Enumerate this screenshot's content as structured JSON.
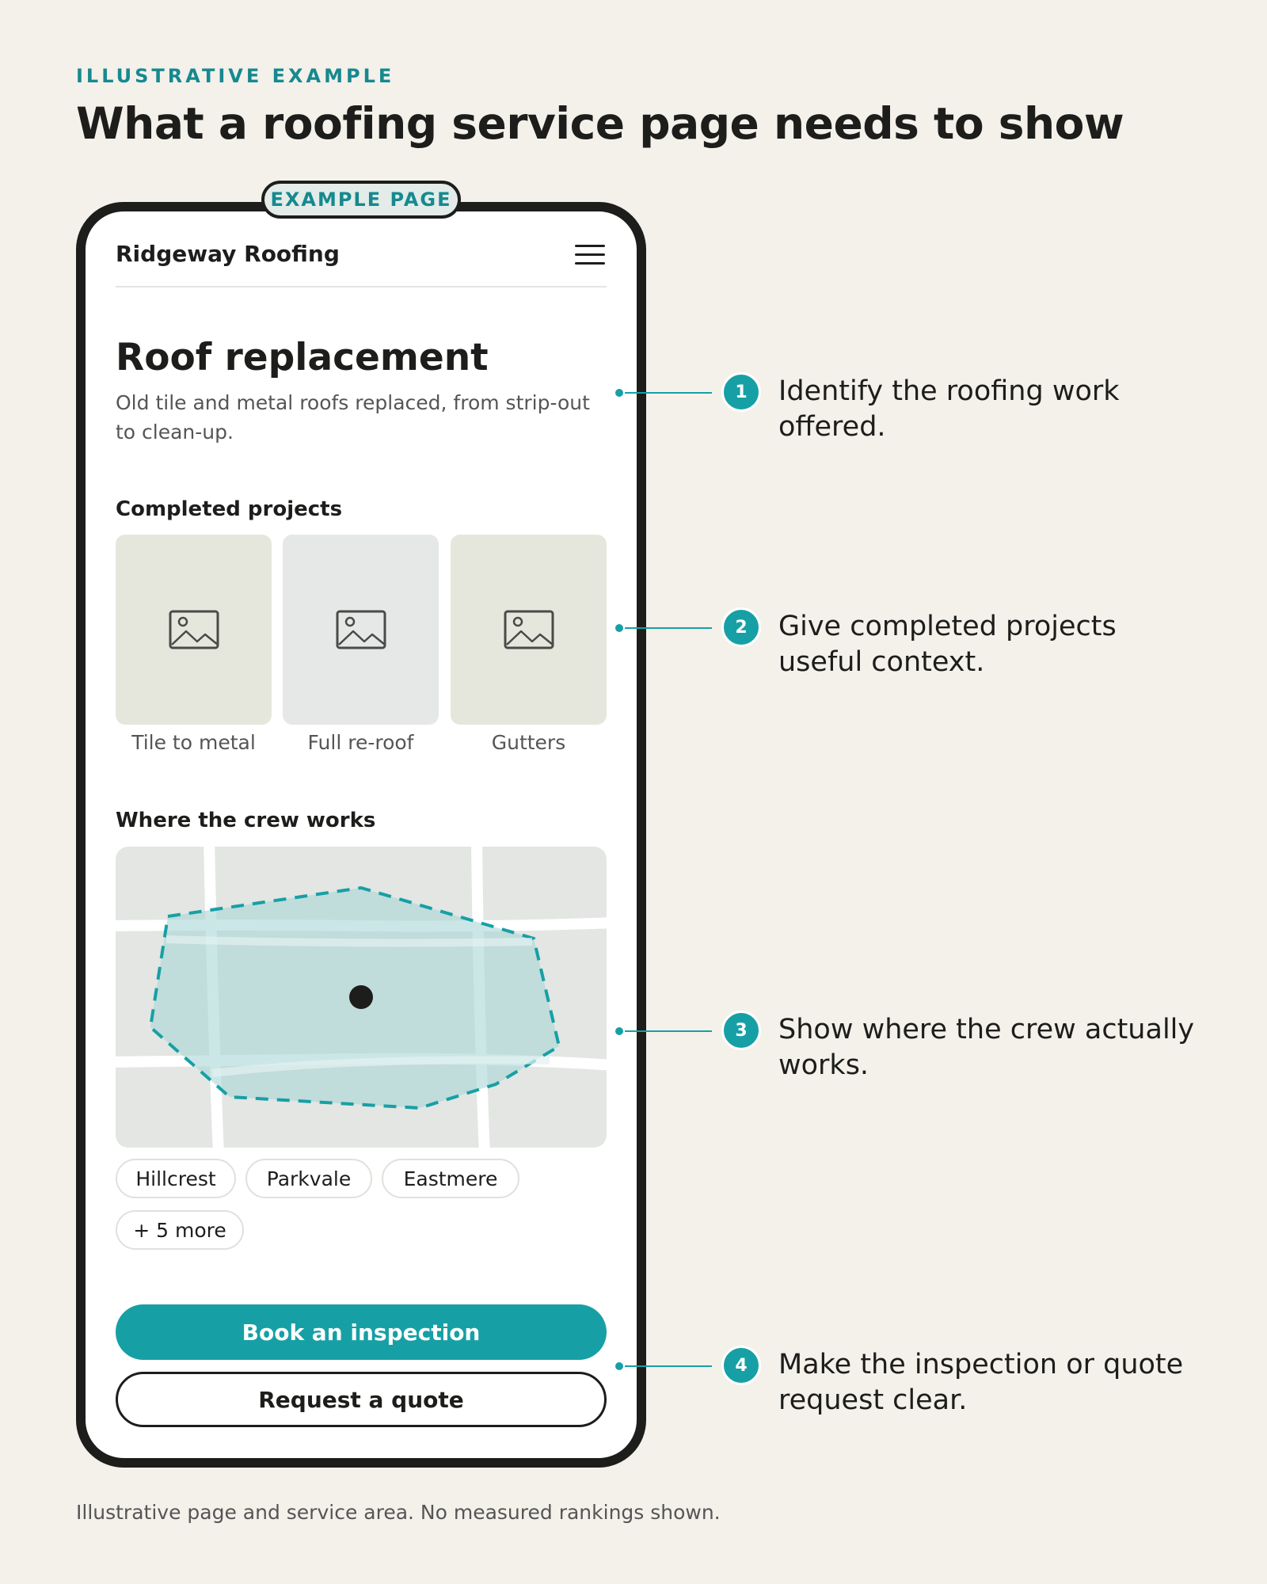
{
  "header": {
    "eyebrow": "ILLUSTRATIVE EXAMPLE",
    "title": "What a roofing service page needs to show"
  },
  "phone": {
    "badge": "EXAMPLE PAGE",
    "brand": "Ridgeway Roofing",
    "menu_icon": "hamburger-menu-icon",
    "page_title": "Roof replacement",
    "page_description": "Old tile and metal roofs replaced, from strip-out to clean-up.",
    "projects": {
      "heading": "Completed projects",
      "items": [
        {
          "caption": "Tile to metal",
          "icon": "image-placeholder-icon",
          "bg": "#e6e7dc"
        },
        {
          "caption": "Full re-roof",
          "icon": "image-placeholder-icon",
          "bg": "#e5e8e6"
        },
        {
          "caption": "Gutters",
          "icon": "image-placeholder-icon",
          "bg": "#e6e7dc"
        }
      ]
    },
    "service_area": {
      "heading": "Where the crew works",
      "chips": [
        "Hillcrest",
        "Parkvale",
        "Eastmere",
        "+ 5 more"
      ]
    },
    "primary_button": "Book an inspection",
    "secondary_button": "Request a quote"
  },
  "callouts": [
    {
      "number": "1",
      "text": "Identify the roofing work offered."
    },
    {
      "number": "2",
      "text": "Give completed projects useful context."
    },
    {
      "number": "3",
      "text": "Show where the crew actually works."
    },
    {
      "number": "4",
      "text": "Make the inspection or quote request clear."
    }
  ],
  "footnote": "Illustrative page and service area. No measured rankings shown.",
  "colors": {
    "accent": "#16a0a5",
    "accent_text": "#16898f",
    "background": "#f3f1ea",
    "ink": "#1d1d1b"
  }
}
